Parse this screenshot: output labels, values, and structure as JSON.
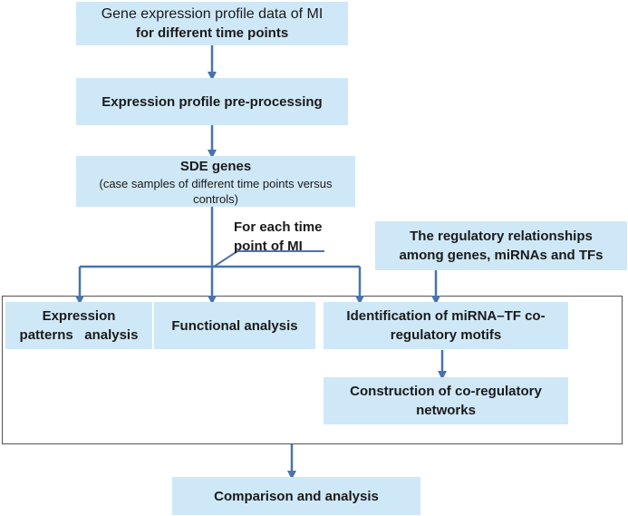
{
  "diagram": {
    "nodes": {
      "gene_expression": {
        "line1": "Gene expression profile data of MI",
        "line2": "for different time points"
      },
      "preprocessing": {
        "text": "Expression profile pre-processing"
      },
      "sde_genes": {
        "title": "SDE genes",
        "subtitle": "(case samples of different time points versus controls)"
      },
      "regulatory_relationships": {
        "line1": "The regulatory relationships",
        "line2": "among genes, miRNAs and TFs"
      },
      "expression_patterns": {
        "line1": "Expression",
        "line2": "patterns   analysis"
      },
      "functional_analysis": {
        "text": "Functional analysis"
      },
      "motifs": {
        "line1": "Identification of miRNA–TF co-",
        "line2": "regulatory motifs"
      },
      "networks": {
        "line1": "Construction of co-regulatory",
        "line2": "networks"
      },
      "comparison": {
        "text": "Comparison and analysis"
      }
    },
    "annotation": {
      "line1": "For each time",
      "line2": "point of MI"
    },
    "colors": {
      "box_fill": "#cfe8f7",
      "arrow": "#4a73ad",
      "frame": "#555555"
    }
  }
}
